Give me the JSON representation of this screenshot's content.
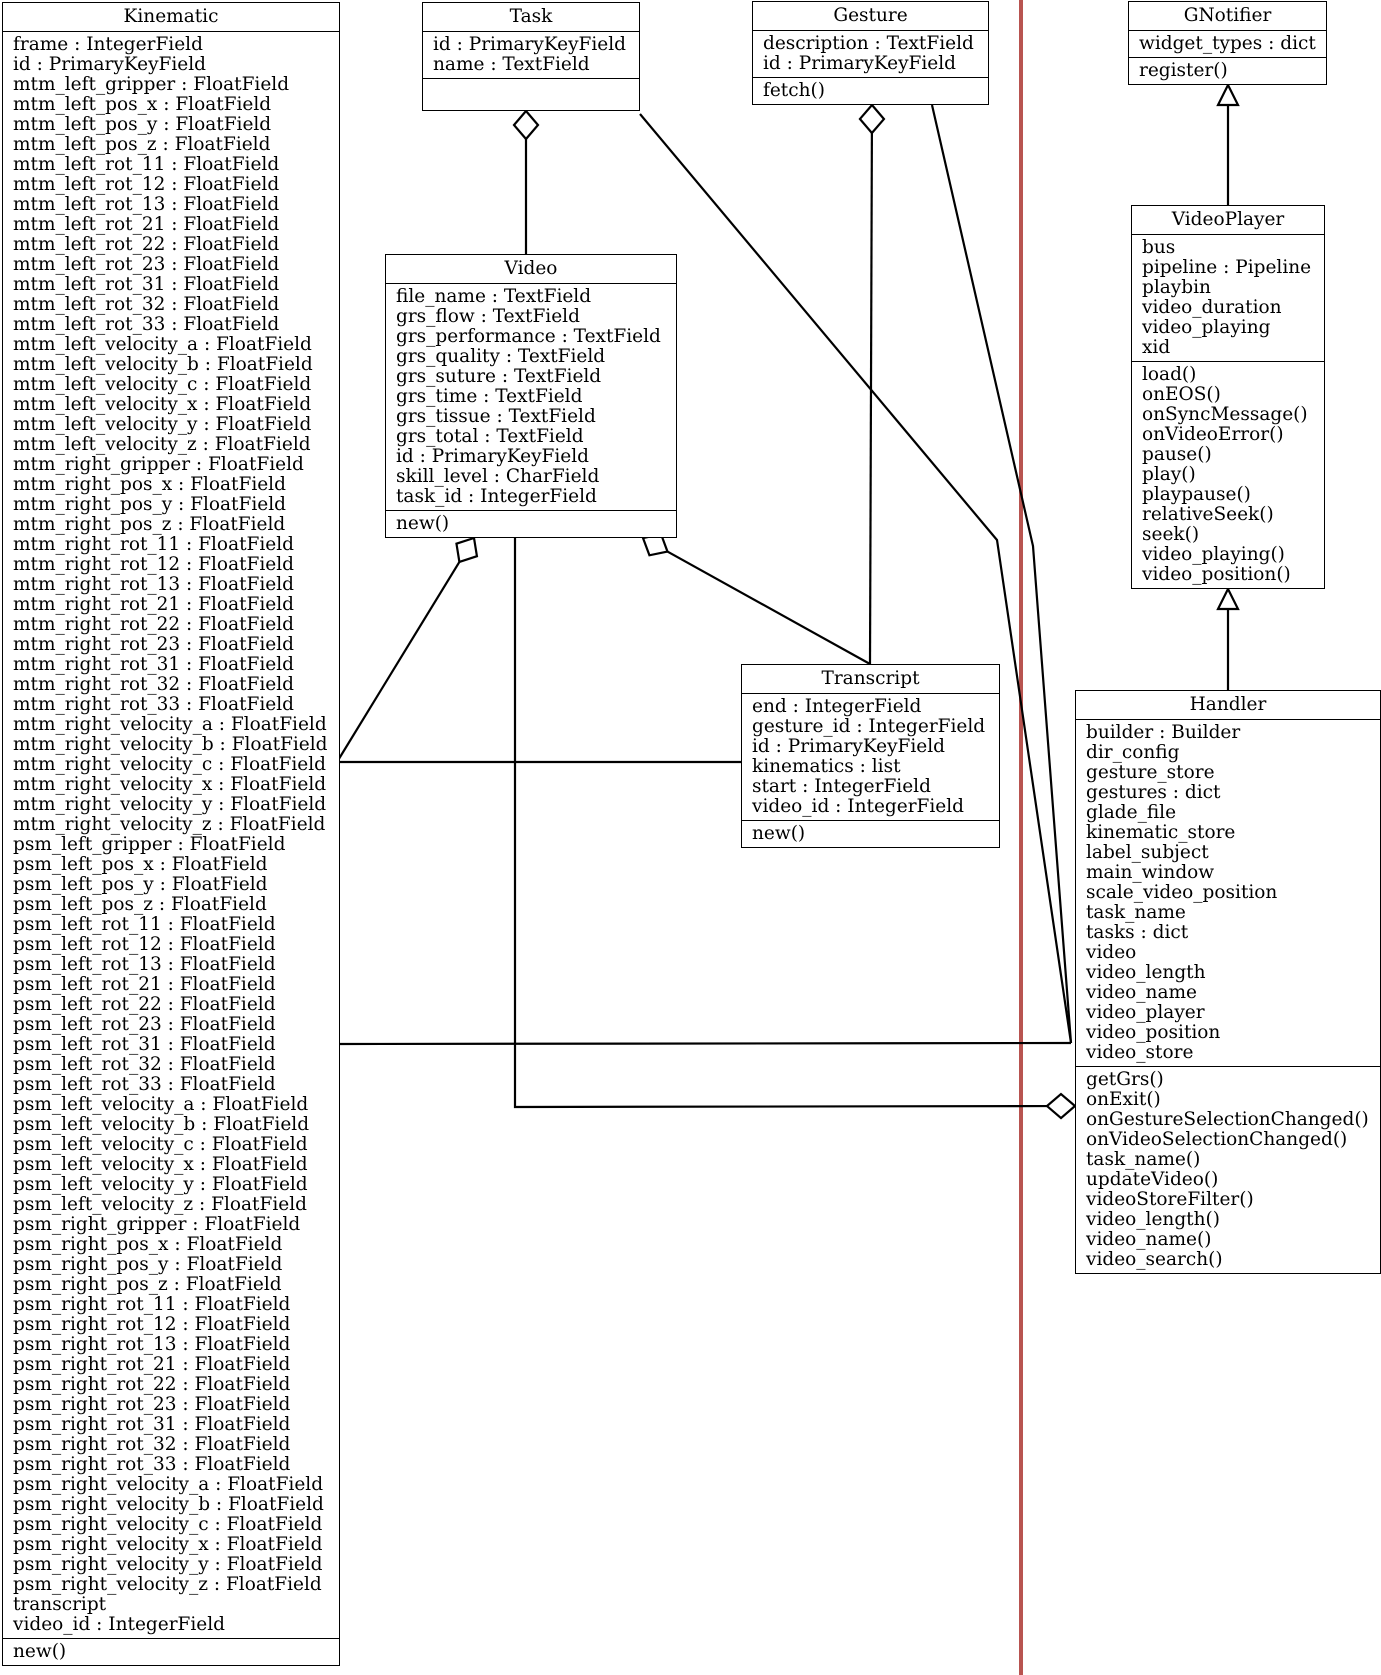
{
  "classes": [
    {
      "id": "kinematic",
      "name": "Kinematic",
      "attributes": [
        "frame : IntegerField",
        "id : PrimaryKeyField",
        "mtm_left_gripper : FloatField",
        "mtm_left_pos_x : FloatField",
        "mtm_left_pos_y : FloatField",
        "mtm_left_pos_z : FloatField",
        "mtm_left_rot_11 : FloatField",
        "mtm_left_rot_12 : FloatField",
        "mtm_left_rot_13 : FloatField",
        "mtm_left_rot_21 : FloatField",
        "mtm_left_rot_22 : FloatField",
        "mtm_left_rot_23 : FloatField",
        "mtm_left_rot_31 : FloatField",
        "mtm_left_rot_32 : FloatField",
        "mtm_left_rot_33 : FloatField",
        "mtm_left_velocity_a : FloatField",
        "mtm_left_velocity_b : FloatField",
        "mtm_left_velocity_c : FloatField",
        "mtm_left_velocity_x : FloatField",
        "mtm_left_velocity_y : FloatField",
        "mtm_left_velocity_z : FloatField",
        "mtm_right_gripper : FloatField",
        "mtm_right_pos_x : FloatField",
        "mtm_right_pos_y : FloatField",
        "mtm_right_pos_z : FloatField",
        "mtm_right_rot_11 : FloatField",
        "mtm_right_rot_12 : FloatField",
        "mtm_right_rot_13 : FloatField",
        "mtm_right_rot_21 : FloatField",
        "mtm_right_rot_22 : FloatField",
        "mtm_right_rot_23 : FloatField",
        "mtm_right_rot_31 : FloatField",
        "mtm_right_rot_32 : FloatField",
        "mtm_right_rot_33 : FloatField",
        "mtm_right_velocity_a : FloatField",
        "mtm_right_velocity_b : FloatField",
        "mtm_right_velocity_c : FloatField",
        "mtm_right_velocity_x : FloatField",
        "mtm_right_velocity_y : FloatField",
        "mtm_right_velocity_z : FloatField",
        "psm_left_gripper : FloatField",
        "psm_left_pos_x : FloatField",
        "psm_left_pos_y : FloatField",
        "psm_left_pos_z : FloatField",
        "psm_left_rot_11 : FloatField",
        "psm_left_rot_12 : FloatField",
        "psm_left_rot_13 : FloatField",
        "psm_left_rot_21 : FloatField",
        "psm_left_rot_22 : FloatField",
        "psm_left_rot_23 : FloatField",
        "psm_left_rot_31 : FloatField",
        "psm_left_rot_32 : FloatField",
        "psm_left_rot_33 : FloatField",
        "psm_left_velocity_a : FloatField",
        "psm_left_velocity_b : FloatField",
        "psm_left_velocity_c : FloatField",
        "psm_left_velocity_x : FloatField",
        "psm_left_velocity_y : FloatField",
        "psm_left_velocity_z : FloatField",
        "psm_right_gripper : FloatField",
        "psm_right_pos_x : FloatField",
        "psm_right_pos_y : FloatField",
        "psm_right_pos_z : FloatField",
        "psm_right_rot_11 : FloatField",
        "psm_right_rot_12 : FloatField",
        "psm_right_rot_13 : FloatField",
        "psm_right_rot_21 : FloatField",
        "psm_right_rot_22 : FloatField",
        "psm_right_rot_23 : FloatField",
        "psm_right_rot_31 : FloatField",
        "psm_right_rot_32 : FloatField",
        "psm_right_rot_33 : FloatField",
        "psm_right_velocity_a : FloatField",
        "psm_right_velocity_b : FloatField",
        "psm_right_velocity_c : FloatField",
        "psm_right_velocity_x : FloatField",
        "psm_right_velocity_y : FloatField",
        "psm_right_velocity_z : FloatField",
        "transcript",
        "video_id : IntegerField"
      ],
      "methods": [
        "new()"
      ]
    },
    {
      "id": "task",
      "name": "Task",
      "attributes": [
        "id : PrimaryKeyField",
        "name : TextField"
      ],
      "methods": []
    },
    {
      "id": "gesture",
      "name": "Gesture",
      "attributes": [
        "description : TextField",
        "id : PrimaryKeyField"
      ],
      "methods": [
        "fetch()"
      ]
    },
    {
      "id": "gnotifier",
      "name": "GNotifier",
      "attributes": [
        "widget_types : dict"
      ],
      "methods": [
        "register()"
      ]
    },
    {
      "id": "video",
      "name": "Video",
      "attributes": [
        "file_name : TextField",
        "grs_flow : TextField",
        "grs_performance : TextField",
        "grs_quality : TextField",
        "grs_suture : TextField",
        "grs_time : TextField",
        "grs_tissue : TextField",
        "grs_total : TextField",
        "id : PrimaryKeyField",
        "skill_level : CharField",
        "task_id : IntegerField"
      ],
      "methods": [
        "new()"
      ]
    },
    {
      "id": "videoplayer",
      "name": "VideoPlayer",
      "attributes": [
        "bus",
        "pipeline : Pipeline",
        "playbin",
        "video_duration",
        "video_playing",
        "xid"
      ],
      "methods": [
        "load()",
        "onEOS()",
        "onSyncMessage()",
        "onVideoError()",
        "pause()",
        "play()",
        "playpause()",
        "relativeSeek()",
        "seek()",
        "video_playing()",
        "video_position()"
      ]
    },
    {
      "id": "transcript",
      "name": "Transcript",
      "attributes": [
        "end : IntegerField",
        "gesture_id : IntegerField",
        "id : PrimaryKeyField",
        "kinematics : list",
        "start : IntegerField",
        "video_id : IntegerField"
      ],
      "methods": [
        "new()"
      ]
    },
    {
      "id": "handler",
      "name": "Handler",
      "attributes": [
        "builder : Builder",
        "dir_config",
        "gesture_store",
        "gestures : dict",
        "glade_file",
        "kinematic_store",
        "label_subject",
        "main_window",
        "scale_video_position",
        "task_name",
        "tasks : dict",
        "video",
        "video_length",
        "video_name",
        "video_player",
        "video_position",
        "video_store"
      ],
      "methods": [
        "getGrs()",
        "onExit()",
        "onGestureSelectionChanged()",
        "onVideoSelectionChanged()",
        "task_name()",
        "updateVideo()",
        "videoStoreFilter()",
        "video_length()",
        "video_name()",
        "video_search()"
      ]
    }
  ],
  "relations": [
    {
      "id": "task-video",
      "type": "aggregation",
      "from": "video",
      "to": "task"
    },
    {
      "id": "gesture-transcript",
      "type": "aggregation",
      "from": "transcript",
      "to": "gesture"
    },
    {
      "id": "video-transcript",
      "type": "aggregation",
      "from": "transcript",
      "to": "video"
    },
    {
      "id": "video-kinematic",
      "type": "aggregation",
      "from": "kinematic",
      "to": "video"
    },
    {
      "id": "kinematic-transcript",
      "type": "association",
      "from": "kinematic",
      "to": "transcript"
    },
    {
      "id": "task-handler",
      "type": "association",
      "from": "task",
      "to": "handler"
    },
    {
      "id": "gesture-handler",
      "type": "association",
      "from": "gesture",
      "to": "handler"
    },
    {
      "id": "kinematic-handler",
      "type": "association",
      "from": "kinematic",
      "to": "handler"
    },
    {
      "id": "video-handler",
      "type": "aggregation",
      "from": "video",
      "to": "handler"
    },
    {
      "id": "videoplayer-gnotifier",
      "type": "generalization",
      "from": "videoplayer",
      "to": "gnotifier"
    },
    {
      "id": "handler-videoplayer",
      "type": "generalization",
      "from": "handler",
      "to": "videoplayer"
    }
  ],
  "colors": {
    "line": "#000000",
    "divider": "#b85450",
    "background": "#ffffff"
  }
}
